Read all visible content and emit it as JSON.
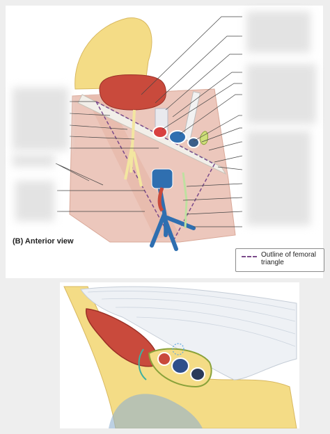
{
  "view_label": "(B) Anterior view",
  "legend": {
    "line1": "Outline of femoral",
    "line2": "triangle"
  },
  "colors": {
    "bone": "#f4dc86",
    "muscle_red": "#c94a3c",
    "muscle_pale": "#ecc7bc",
    "artery": "#d84040",
    "vein": "#2f6fb0",
    "nerve": "#e9e27a",
    "outline_dash": "#7a4a8a"
  }
}
